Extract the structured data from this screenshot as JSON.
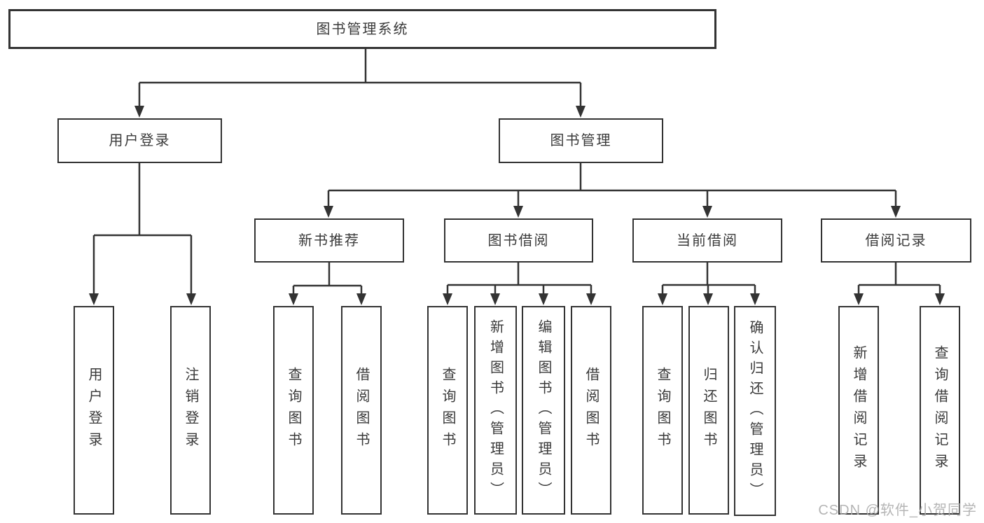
{
  "tree": {
    "label": "图书管理系统",
    "children": [
      {
        "label": "用户登录",
        "children": [
          {
            "label": "用户登录"
          },
          {
            "label": "注销登录"
          }
        ]
      },
      {
        "label": "图书管理",
        "children": [
          {
            "label": "新书推荐",
            "children": [
              {
                "label": "查询图书"
              },
              {
                "label": "借阅图书"
              }
            ]
          },
          {
            "label": "图书借阅",
            "children": [
              {
                "label": "查询图书"
              },
              {
                "label": "新增图书（管理员）"
              },
              {
                "label": "编辑图书（管理员）"
              },
              {
                "label": "借阅图书"
              }
            ]
          },
          {
            "label": "当前借阅",
            "children": [
              {
                "label": "查询图书"
              },
              {
                "label": "归还图书"
              },
              {
                "label": "确认归还（管理员）"
              }
            ]
          },
          {
            "label": "借阅记录",
            "children": [
              {
                "label": "新增借阅记录"
              },
              {
                "label": "查询借阅记录"
              }
            ]
          }
        ]
      }
    ]
  },
  "watermark": {
    "text": "CSDN @软件_小贺同学"
  },
  "colors": {
    "line": "#333333",
    "box_border": "#333333",
    "text": "#3a3a3a",
    "watermark": "#adadad",
    "background": "#ffffff"
  }
}
